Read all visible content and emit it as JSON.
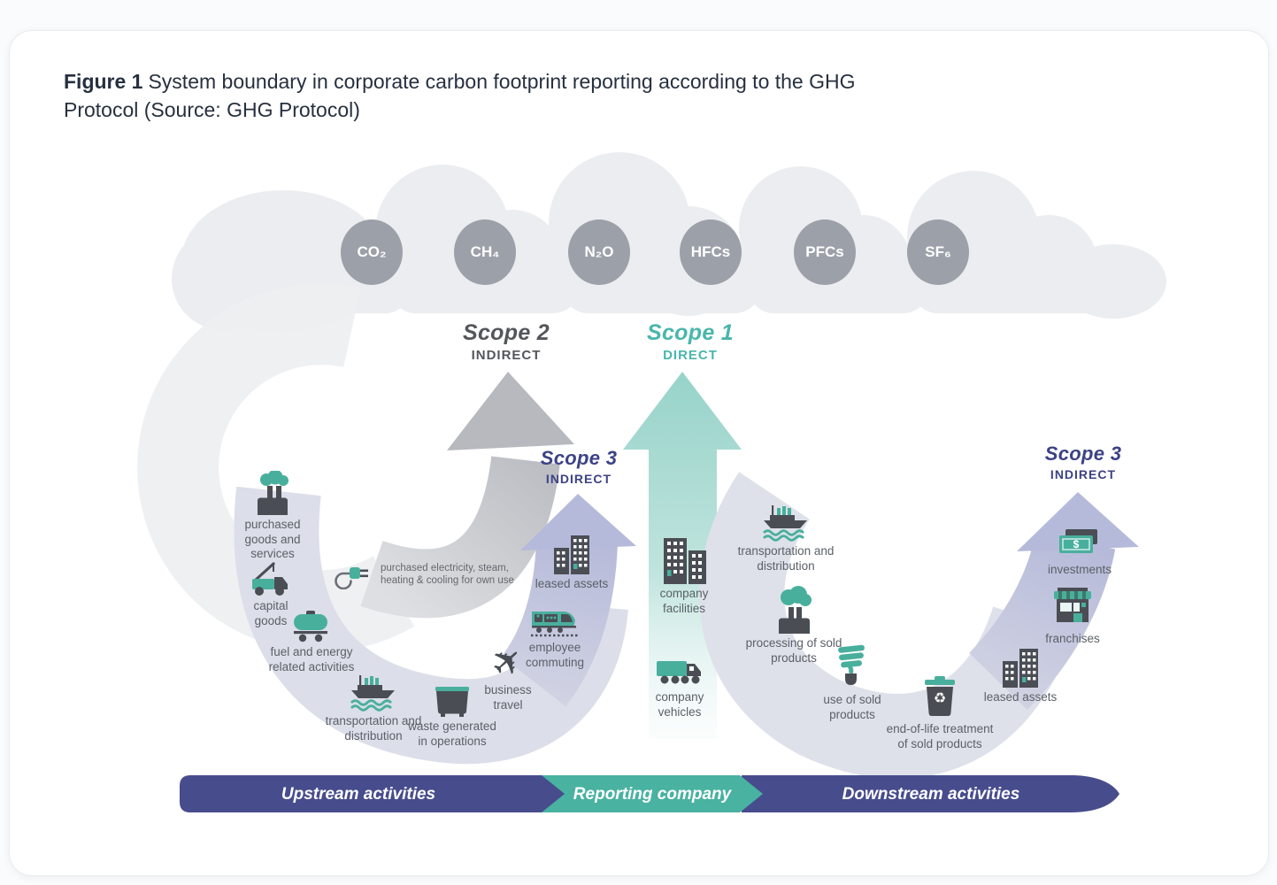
{
  "figure": {
    "label": "Figure 1",
    "title": "System boundary in corporate carbon footprint reporting according to the GHG Protocol (Source: GHG Protocol)"
  },
  "gases": [
    "CO₂",
    "CH₄",
    "N₂O",
    "HFCs",
    "PFCs",
    "SF₆"
  ],
  "scopes": {
    "scope2": {
      "name": "Scope 2",
      "kind": "INDIRECT"
    },
    "scope1": {
      "name": "Scope 1",
      "kind": "DIRECT"
    },
    "scope3_left": {
      "name": "Scope 3",
      "kind": "INDIRECT"
    },
    "scope3_right": {
      "name": "Scope 3",
      "kind": "INDIRECT"
    }
  },
  "upstream": {
    "purchased_goods": "purchased goods and services",
    "purchased_electricity": "purchased electricity, steam, heating & cooling for own use",
    "capital_goods": "capital goods",
    "fuel_energy": "fuel and energy related activities",
    "transportation": "transportation and distribution",
    "waste": "waste generated in operations",
    "business_travel": "business travel",
    "employee_commuting": "employee commuting",
    "leased_assets": "leased assets"
  },
  "company": {
    "facilities": "company facilities",
    "vehicles": "company vehicles"
  },
  "downstream": {
    "transportation": "transportation and distribution",
    "processing": "processing of sold products",
    "use": "use of sold products",
    "end_of_life": "end-of-life treatment of sold products",
    "leased_assets": "leased assets",
    "franchises": "franchises",
    "investments": "investments"
  },
  "banner": {
    "upstream": "Upstream activities",
    "company": "Reporting company",
    "downstream": "Downstream activities"
  },
  "icons": {
    "plane": "✈",
    "recycle": "♻",
    "dollar": "$"
  },
  "colors": {
    "teal": "#49AF9D",
    "purple": "#474C8D",
    "lavender": "#B7BBDA",
    "navy": "#3C4285",
    "badge_gray": "#9CA1A9"
  }
}
